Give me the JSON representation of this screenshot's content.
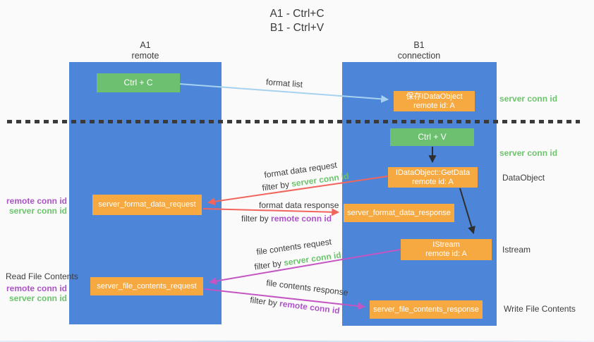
{
  "title": {
    "line1": "A1 - Ctrl+C",
    "line2": "B1 - Ctrl+V"
  },
  "lanes": {
    "left": {
      "name": "A1",
      "subtitle": "remote"
    },
    "right": {
      "name": "B1",
      "subtitle": "connection"
    }
  },
  "nodes": {
    "ctrl_c": {
      "label": "Ctrl + C"
    },
    "ctrl_v": {
      "label": "Ctrl + V"
    },
    "save_dataobject": {
      "line1": "保存IDataObject",
      "line2": "remote id: A"
    },
    "getdata": {
      "line1": "IDataObject::GetData",
      "line2": "remote id: A"
    },
    "istream": {
      "line1": "IStream",
      "line2": "remote id: A"
    },
    "format_request": {
      "label": "server_format_data_request"
    },
    "format_response": {
      "label": "server_format_data_response"
    },
    "file_request": {
      "label": "server_file_contents_request"
    },
    "file_response": {
      "label": "server_file_contents_response"
    }
  },
  "edges": {
    "format_list": {
      "label": "format list"
    },
    "format_data_request": {
      "label": "format data request",
      "filter_prefix": "filter by",
      "filter_key": "server conn id"
    },
    "format_data_response": {
      "label": "format data response",
      "filter_prefix": "filter by",
      "filter_key": "remote conn id"
    },
    "file_contents_request": {
      "label": "file contents request",
      "filter_prefix": "filter by",
      "filter_key": "server conn id"
    },
    "file_contents_response": {
      "label": "file contents response",
      "filter_prefix": "filter by",
      "filter_key": "remote conn id"
    }
  },
  "annotations": {
    "right": [
      {
        "text": "server conn id"
      },
      {
        "text": "server conn id"
      },
      {
        "text": "DataObject"
      },
      {
        "text": "Istream"
      },
      {
        "text": "Write File Contents"
      }
    ],
    "left": {
      "pair1": {
        "line1": "remote conn id",
        "line2": "server conn id"
      },
      "read_file": "Read File Contents",
      "pair2": {
        "line1": "remote conn id",
        "line2": "server conn id"
      }
    }
  },
  "colors": {
    "background": "#fafafa",
    "lane_blue": "#4d86d9",
    "node_green": "#6ec071",
    "node_orange": "#f7a941",
    "arrow_light_blue": "#a6d2ef",
    "arrow_black": "#2e2e2e",
    "arrow_red": "#f2655c",
    "arrow_magenta": "#c356c3",
    "text_dark": "#3d3d3d",
    "text_green": "#6cc46c",
    "text_purple": "#ad53c8",
    "divider_dark": "#3a3a3a"
  }
}
